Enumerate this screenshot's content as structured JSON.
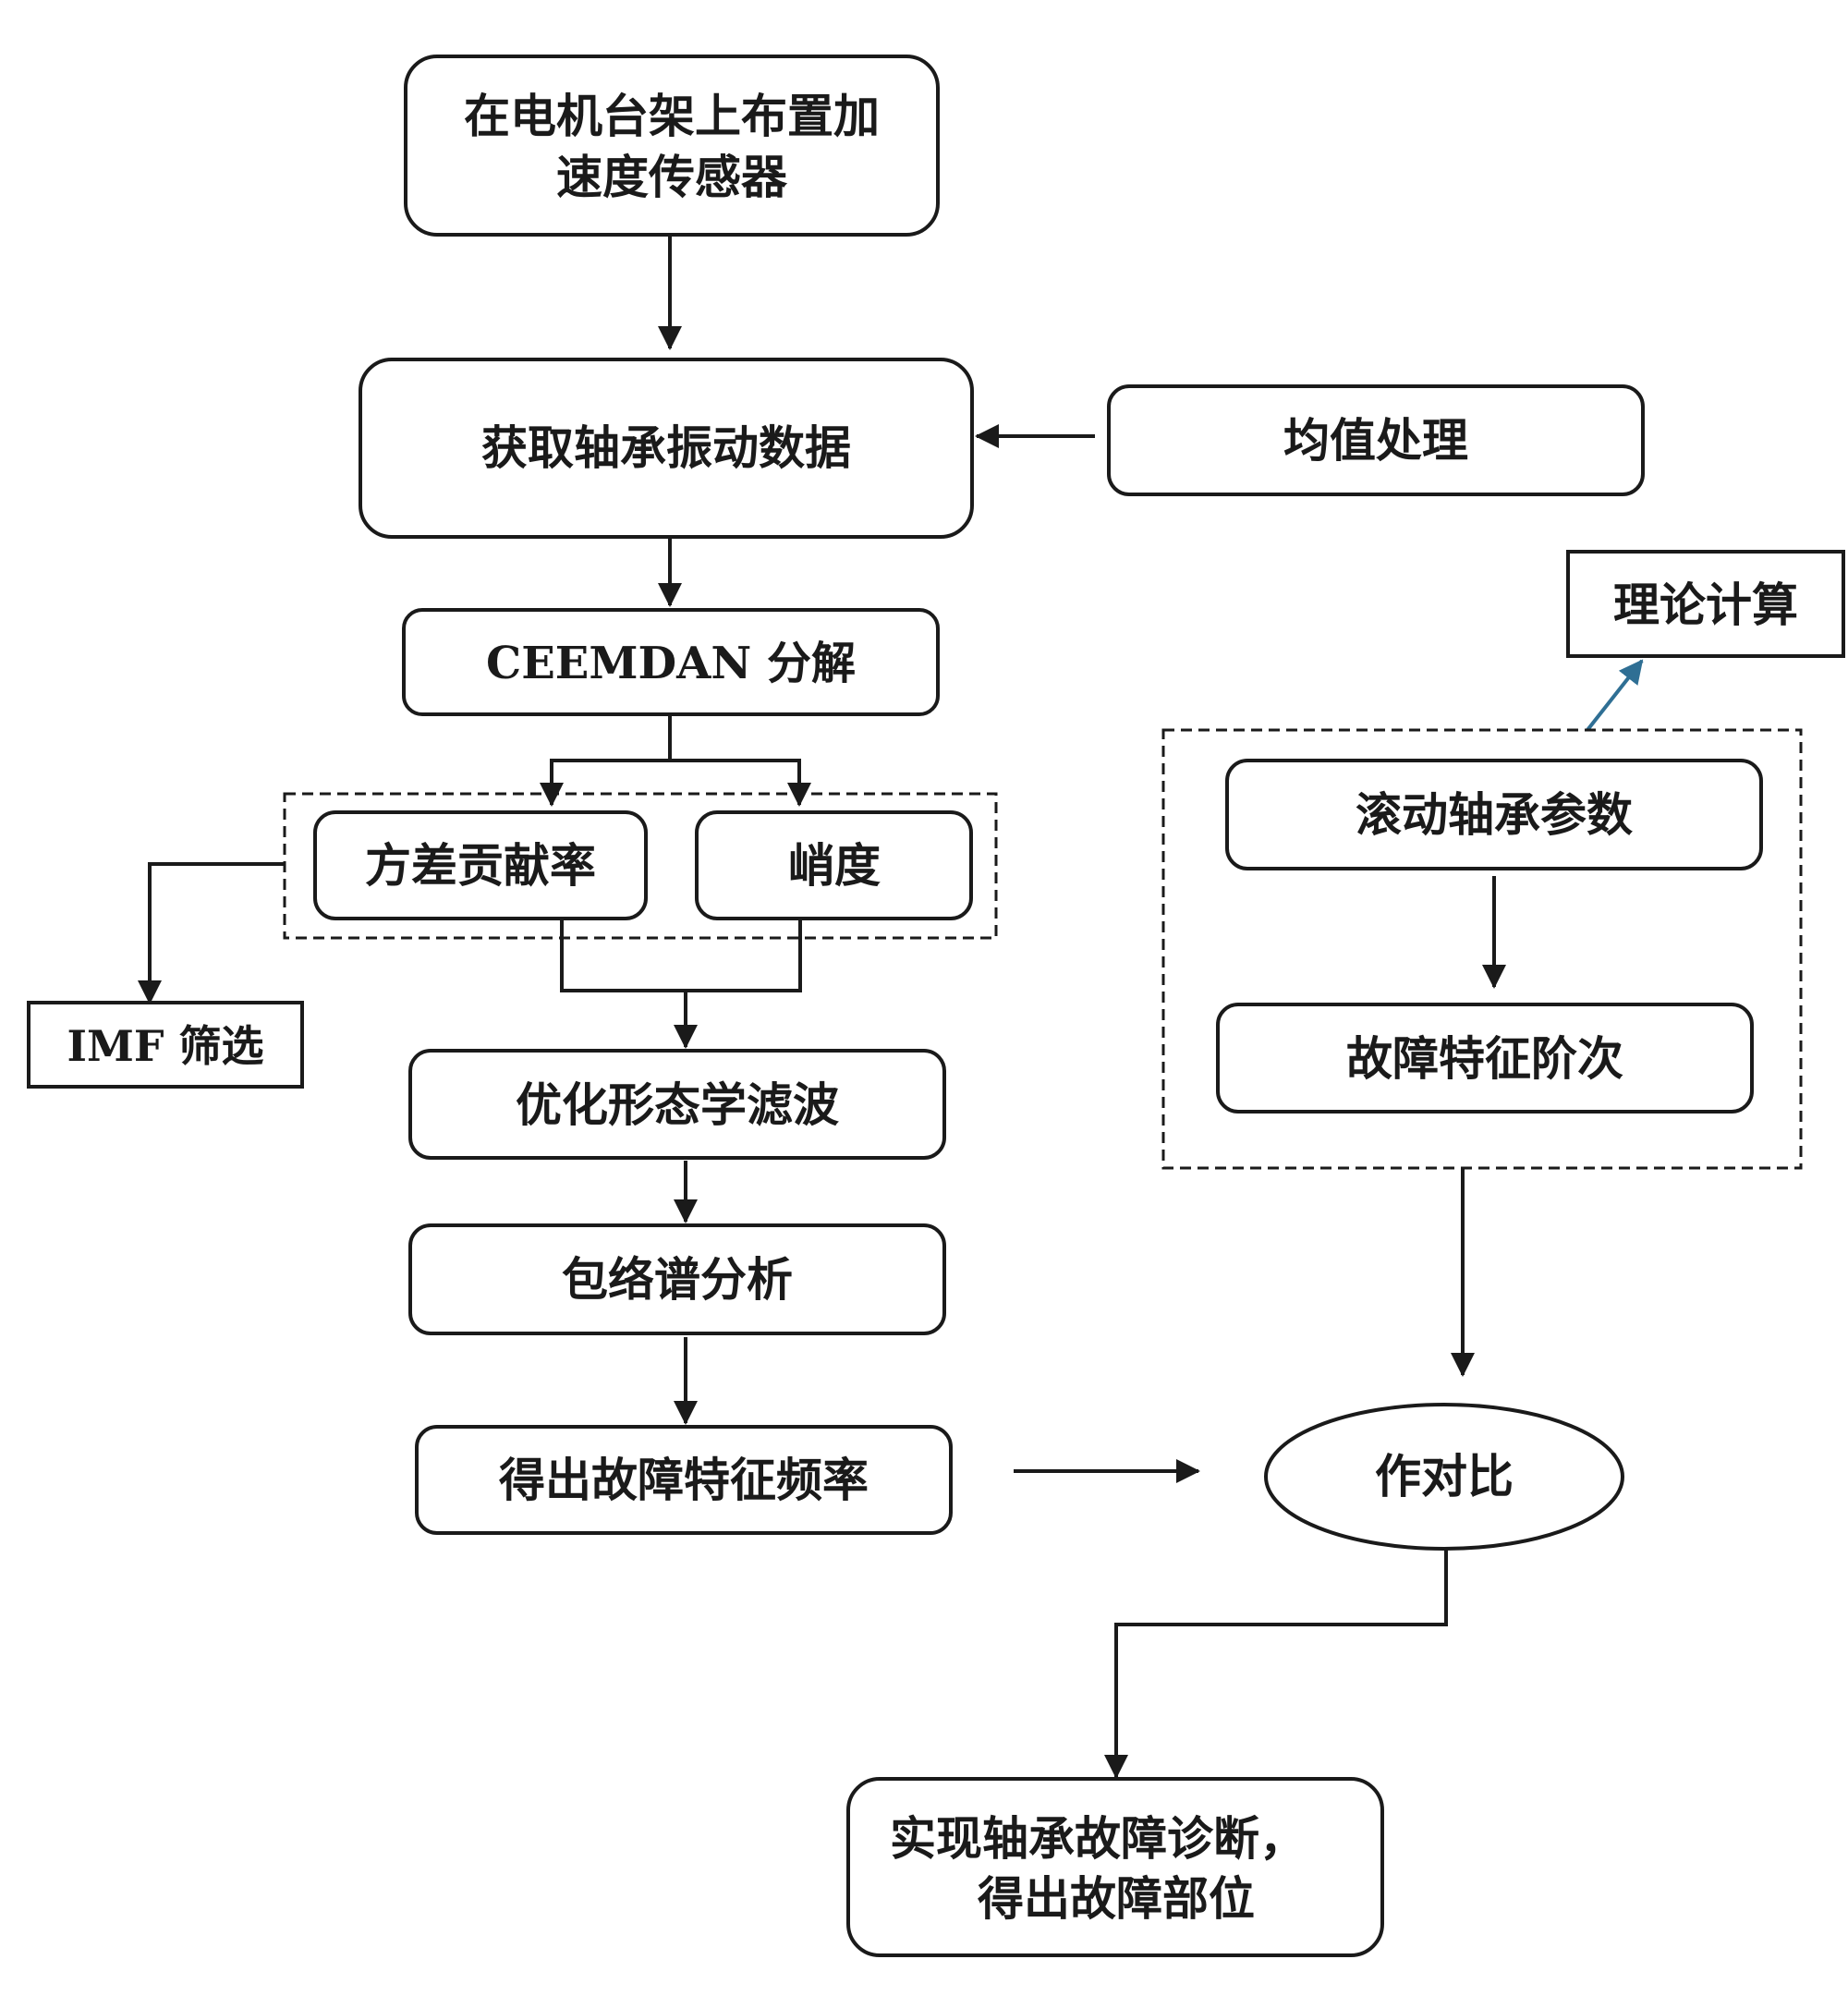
{
  "nodes": {
    "sensor": {
      "line1": "在电机台架上布置加",
      "line2": "速度传感器"
    },
    "acquire": "获取轴承振动数据",
    "mean": "均值处理",
    "ceemdan": "CEEMDAN 分解",
    "variance": "方差贡献率",
    "kurtosis": "峭度",
    "imf": "IMF 筛选",
    "morph": "优化形态学滤波",
    "envelope": "包络谱分析",
    "freq": "得出故障特征频率",
    "theory": "理论计算",
    "bearing_params": "滚动轴承参数",
    "fault_order": "故障特征阶次",
    "compare": "作对比",
    "diagnose": {
      "line1": "实现轴承故障诊断，",
      "line2": "得出故障部位"
    }
  },
  "colors": {
    "ink": "#1a1a1a",
    "accent_arrow": "#2f6f94",
    "background": "#ffffff"
  }
}
